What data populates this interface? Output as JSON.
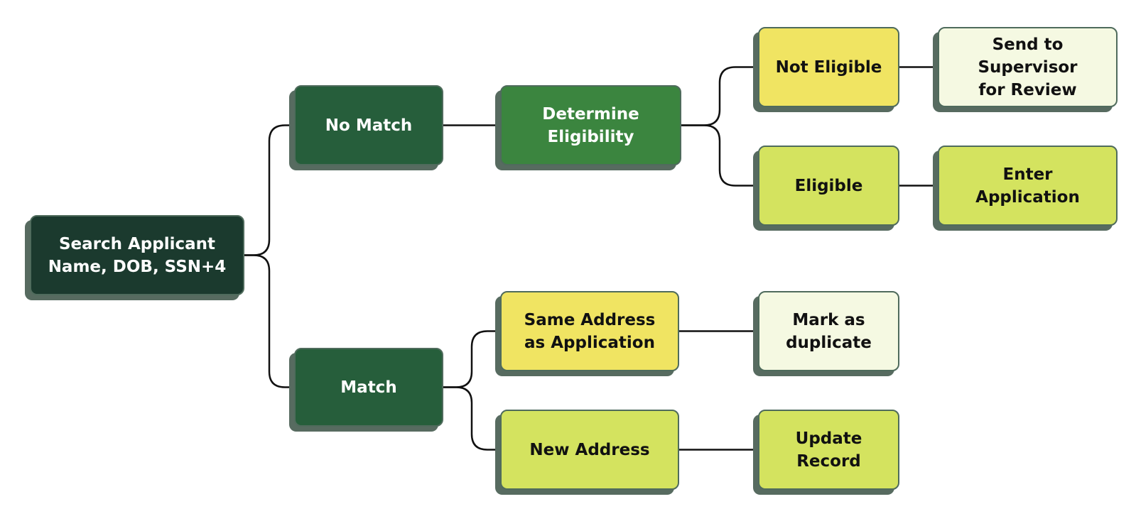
{
  "colors": {
    "darkest": "#1b3a2e",
    "dark": "#265e3b",
    "mid": "#3b853f",
    "yellow": "#f0e462",
    "lime": "#d4e35f",
    "pale": "#f5f9e2",
    "shadow": "#576b60",
    "line": "#111111"
  },
  "nodes": {
    "search": {
      "label": "Search Applicant\nName, DOB, SSN+4",
      "fill": "#1b3a2e",
      "text_color": "#ffffff"
    },
    "no_match": {
      "label": "No Match",
      "fill": "#265e3b",
      "text_color": "#ffffff"
    },
    "match": {
      "label": "Match",
      "fill": "#265e3b",
      "text_color": "#ffffff"
    },
    "determine": {
      "label": "Determine\nEligibility",
      "fill": "#3b853f",
      "text_color": "#ffffff"
    },
    "not_eligible": {
      "label": "Not Eligible",
      "fill": "#f0e462",
      "text_color": "#111111"
    },
    "eligible": {
      "label": "Eligible",
      "fill": "#d4e35f",
      "text_color": "#111111"
    },
    "supervisor": {
      "label": "Send to\nSupervisor\nfor Review",
      "fill": "#f5f9e2",
      "text_color": "#111111"
    },
    "enter": {
      "label": "Enter\nApplication",
      "fill": "#d4e35f",
      "text_color": "#111111"
    },
    "same_address": {
      "label": "Same Address\nas Application",
      "fill": "#f0e462",
      "text_color": "#111111"
    },
    "new_address": {
      "label": "New Address",
      "fill": "#d4e35f",
      "text_color": "#111111"
    },
    "mark_duplicate": {
      "label": "Mark as\nduplicate",
      "fill": "#f5f9e2",
      "text_color": "#111111"
    },
    "update_record": {
      "label": "Update\nRecord",
      "fill": "#d4e35f",
      "text_color": "#111111"
    }
  },
  "edges": [
    {
      "from": "search",
      "to": "no_match"
    },
    {
      "from": "search",
      "to": "match"
    },
    {
      "from": "no_match",
      "to": "determine"
    },
    {
      "from": "determine",
      "to": "not_eligible"
    },
    {
      "from": "determine",
      "to": "eligible"
    },
    {
      "from": "not_eligible",
      "to": "supervisor"
    },
    {
      "from": "eligible",
      "to": "enter"
    },
    {
      "from": "match",
      "to": "same_address"
    },
    {
      "from": "match",
      "to": "new_address"
    },
    {
      "from": "same_address",
      "to": "mark_duplicate"
    },
    {
      "from": "new_address",
      "to": "update_record"
    }
  ]
}
